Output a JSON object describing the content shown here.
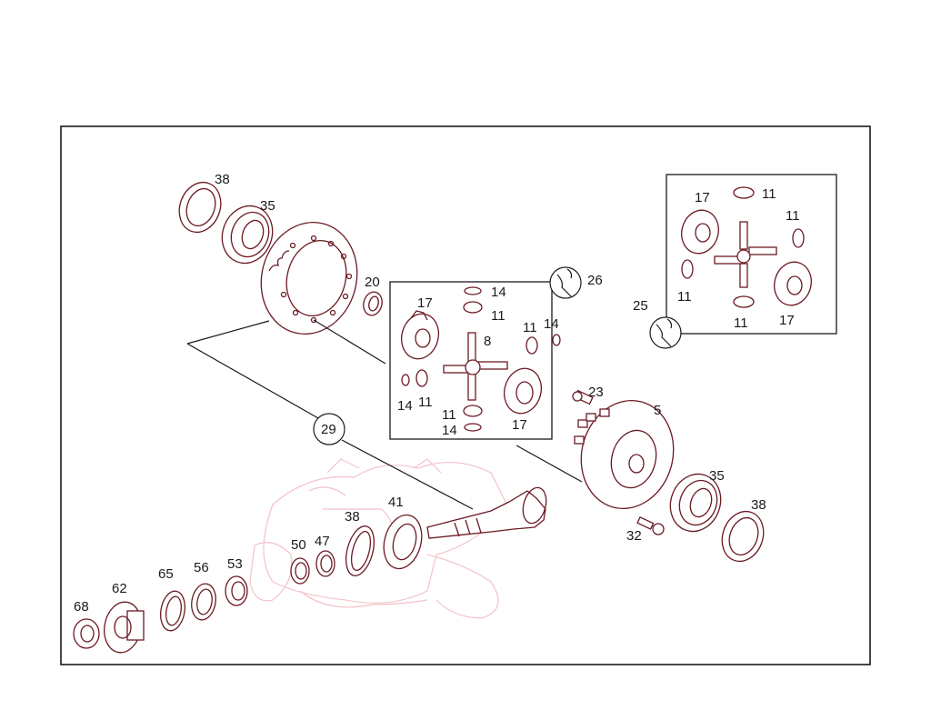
{
  "callouts": [
    {
      "id": "c38a",
      "text": "38"
    },
    {
      "id": "c35a",
      "text": "35"
    },
    {
      "id": "c20",
      "text": "20"
    },
    {
      "id": "c14a",
      "text": "14"
    },
    {
      "id": "c11a",
      "text": "11"
    },
    {
      "id": "c17a",
      "text": "17"
    },
    {
      "id": "c8",
      "text": "8"
    },
    {
      "id": "c11b",
      "text": "11"
    },
    {
      "id": "c14b",
      "text": "14"
    },
    {
      "id": "c14c",
      "text": "14"
    },
    {
      "id": "c11c",
      "text": "11"
    },
    {
      "id": "c11d",
      "text": "11"
    },
    {
      "id": "c14d",
      "text": "14"
    },
    {
      "id": "c17b",
      "text": "17"
    },
    {
      "id": "c26",
      "text": "26"
    },
    {
      "id": "c17c",
      "text": "17"
    },
    {
      "id": "c11e",
      "text": "11"
    },
    {
      "id": "c11f",
      "text": "11"
    },
    {
      "id": "c11g",
      "text": "11"
    },
    {
      "id": "c11h",
      "text": "11"
    },
    {
      "id": "c17d",
      "text": "17"
    },
    {
      "id": "c25",
      "text": "25"
    },
    {
      "id": "c23",
      "text": "23"
    },
    {
      "id": "c5",
      "text": "5"
    },
    {
      "id": "c29",
      "text": "29"
    },
    {
      "id": "c35b",
      "text": "35"
    },
    {
      "id": "c38b",
      "text": "38"
    },
    {
      "id": "c32",
      "text": "32"
    },
    {
      "id": "c41",
      "text": "41"
    },
    {
      "id": "c38c",
      "text": "38"
    },
    {
      "id": "c50",
      "text": "50"
    },
    {
      "id": "c47",
      "text": "47"
    },
    {
      "id": "c56",
      "text": "56"
    },
    {
      "id": "c53",
      "text": "53"
    },
    {
      "id": "c65",
      "text": "65"
    },
    {
      "id": "c62",
      "text": "62"
    },
    {
      "id": "c68",
      "text": "68"
    }
  ]
}
